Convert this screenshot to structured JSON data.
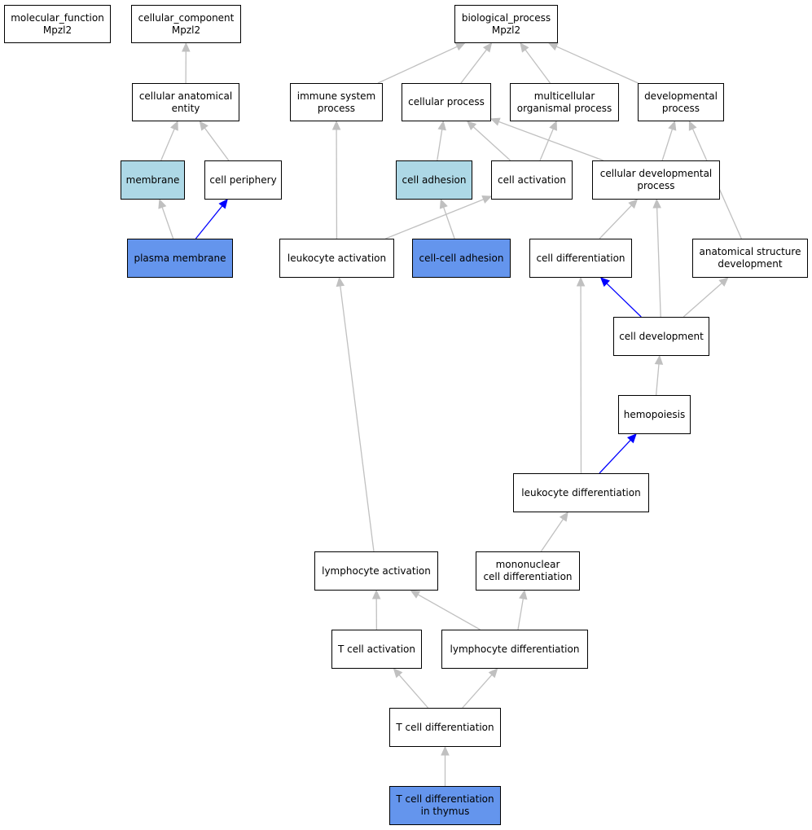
{
  "colors": {
    "edge_default": "#c0c0c0",
    "edge_highlight": "#0000ff",
    "node_default": "#ffffff",
    "node_annotated": "#add8e6",
    "node_direct": "#6495ed",
    "border": "#000000"
  },
  "nodes": {
    "molecular_function": {
      "label": "molecular_function\nMpzl2",
      "kind": "default"
    },
    "cellular_component": {
      "label": "cellular_component\nMpzl2",
      "kind": "default"
    },
    "biological_process": {
      "label": "biological_process\nMpzl2",
      "kind": "default"
    },
    "cellular_anatomical_entity": {
      "label": "cellular anatomical\nentity",
      "kind": "default"
    },
    "immune_system_process": {
      "label": "immune system\nprocess",
      "kind": "default"
    },
    "cellular_process": {
      "label": "cellular process",
      "kind": "default"
    },
    "multicellular_organismal_process": {
      "label": "multicellular\norganismal process",
      "kind": "default"
    },
    "developmental_process": {
      "label": "developmental\nprocess",
      "kind": "default"
    },
    "membrane": {
      "label": "membrane",
      "kind": "annotated"
    },
    "cell_periphery": {
      "label": "cell periphery",
      "kind": "default"
    },
    "cell_adhesion": {
      "label": "cell adhesion",
      "kind": "annotated"
    },
    "cell_activation": {
      "label": "cell activation",
      "kind": "default"
    },
    "cellular_developmental_process": {
      "label": "cellular developmental\nprocess",
      "kind": "default"
    },
    "plasma_membrane": {
      "label": "plasma membrane",
      "kind": "direct"
    },
    "leukocyte_activation": {
      "label": "leukocyte activation",
      "kind": "default"
    },
    "cell_cell_adhesion": {
      "label": "cell-cell adhesion",
      "kind": "direct"
    },
    "cell_differentiation": {
      "label": "cell differentiation",
      "kind": "default"
    },
    "anatomical_structure_development": {
      "label": "anatomical structure\ndevelopment",
      "kind": "default"
    },
    "cell_development": {
      "label": "cell development",
      "kind": "default"
    },
    "hemopoiesis": {
      "label": "hemopoiesis",
      "kind": "default"
    },
    "leukocyte_differentiation": {
      "label": "leukocyte differentiation",
      "kind": "default"
    },
    "lymphocyte_activation": {
      "label": "lymphocyte activation",
      "kind": "default"
    },
    "mononuclear_cell_differentiation": {
      "label": "mononuclear\ncell differentiation",
      "kind": "default"
    },
    "t_cell_activation": {
      "label": "T cell activation",
      "kind": "default"
    },
    "lymphocyte_differentiation": {
      "label": "lymphocyte differentiation",
      "kind": "default"
    },
    "t_cell_differentiation": {
      "label": "T cell differentiation",
      "kind": "default"
    },
    "t_cell_differentiation_in_thymus": {
      "label": "T cell differentiation\nin thymus",
      "kind": "direct"
    }
  },
  "edges": [
    {
      "from": "cellular_anatomical_entity",
      "to": "cellular_component",
      "style": "default"
    },
    {
      "from": "immune_system_process",
      "to": "biological_process",
      "style": "default"
    },
    {
      "from": "cellular_process",
      "to": "biological_process",
      "style": "default"
    },
    {
      "from": "multicellular_organismal_process",
      "to": "biological_process",
      "style": "default"
    },
    {
      "from": "developmental_process",
      "to": "biological_process",
      "style": "default"
    },
    {
      "from": "membrane",
      "to": "cellular_anatomical_entity",
      "style": "default"
    },
    {
      "from": "cell_periphery",
      "to": "cellular_anatomical_entity",
      "style": "default"
    },
    {
      "from": "cell_adhesion",
      "to": "cellular_process",
      "style": "default"
    },
    {
      "from": "cell_activation",
      "to": "cellular_process",
      "style": "default"
    },
    {
      "from": "cell_activation",
      "to": "multicellular_organismal_process",
      "style": "default"
    },
    {
      "from": "cellular_developmental_process",
      "to": "cellular_process",
      "style": "default"
    },
    {
      "from": "cellular_developmental_process",
      "to": "developmental_process",
      "style": "default"
    },
    {
      "from": "plasma_membrane",
      "to": "membrane",
      "style": "default"
    },
    {
      "from": "plasma_membrane",
      "to": "cell_periphery",
      "style": "highlight"
    },
    {
      "from": "leukocyte_activation",
      "to": "immune_system_process",
      "style": "default"
    },
    {
      "from": "leukocyte_activation",
      "to": "cell_activation",
      "style": "default"
    },
    {
      "from": "cell_cell_adhesion",
      "to": "cell_adhesion",
      "style": "default"
    },
    {
      "from": "cell_differentiation",
      "to": "cellular_developmental_process",
      "style": "default"
    },
    {
      "from": "anatomical_structure_development",
      "to": "developmental_process",
      "style": "default"
    },
    {
      "from": "cell_development",
      "to": "cell_differentiation",
      "style": "highlight"
    },
    {
      "from": "cell_development",
      "to": "cellular_developmental_process",
      "style": "default"
    },
    {
      "from": "cell_development",
      "to": "anatomical_structure_development",
      "style": "default"
    },
    {
      "from": "hemopoiesis",
      "to": "cell_development",
      "style": "default"
    },
    {
      "from": "leukocyte_differentiation",
      "to": "hemopoiesis",
      "style": "highlight"
    },
    {
      "from": "leukocyte_differentiation",
      "to": "cell_differentiation",
      "style": "default"
    },
    {
      "from": "lymphocyte_activation",
      "to": "leukocyte_activation",
      "style": "default"
    },
    {
      "from": "mononuclear_cell_differentiation",
      "to": "leukocyte_differentiation",
      "style": "default"
    },
    {
      "from": "t_cell_activation",
      "to": "lymphocyte_activation",
      "style": "default"
    },
    {
      "from": "lymphocyte_differentiation",
      "to": "lymphocyte_activation",
      "style": "default"
    },
    {
      "from": "lymphocyte_differentiation",
      "to": "mononuclear_cell_differentiation",
      "style": "default"
    },
    {
      "from": "t_cell_differentiation",
      "to": "t_cell_activation",
      "style": "default"
    },
    {
      "from": "t_cell_differentiation",
      "to": "lymphocyte_differentiation",
      "style": "default"
    },
    {
      "from": "t_cell_differentiation_in_thymus",
      "to": "t_cell_differentiation",
      "style": "default"
    }
  ]
}
